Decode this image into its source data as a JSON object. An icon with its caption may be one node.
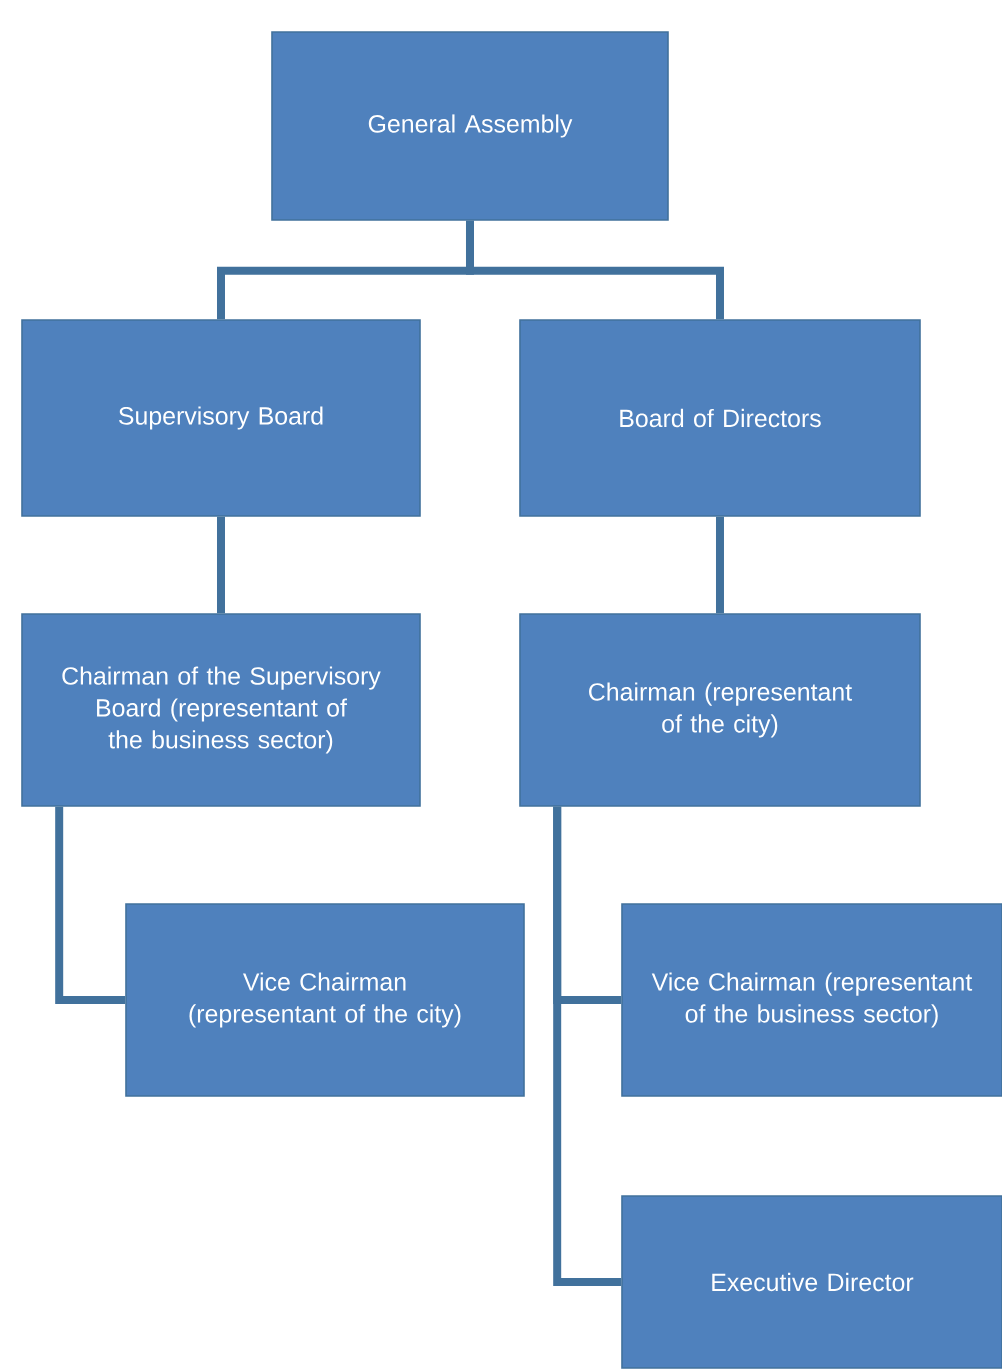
{
  "diagram": {
    "nodes": [
      {
        "text": [
          "General Assembly"
        ]
      },
      {
        "text": [
          "Supervisory Board"
        ]
      },
      {
        "text": [
          "Board of Directors"
        ]
      },
      {
        "text": [
          "Chairman of the Supervisory Board (representant of the business sector)"
        ]
      },
      {
        "text": [
          "Chairman (representant of the city)"
        ]
      },
      {
        "text": [
          "Vice Chairman (representant of the city)"
        ]
      },
      {
        "text": [
          "Vice Chairman (representant of the business sector)"
        ]
      },
      {
        "text": [
          "Executive Director"
        ]
      }
    ],
    "edges": [
      {
        "from": 0,
        "to": 1,
        "arrow": "none"
      },
      {
        "from": 0,
        "to": 2,
        "arrow": "none"
      },
      {
        "from": 1,
        "to": 3,
        "arrow": "none"
      },
      {
        "from": 2,
        "to": 4,
        "arrow": "none"
      },
      {
        "from": 3,
        "to": 5,
        "arrow": "none"
      },
      {
        "from": 4,
        "to": 6,
        "arrow": "none"
      },
      {
        "from": 4,
        "to": 7,
        "arrow": "none"
      }
    ]
  }
}
